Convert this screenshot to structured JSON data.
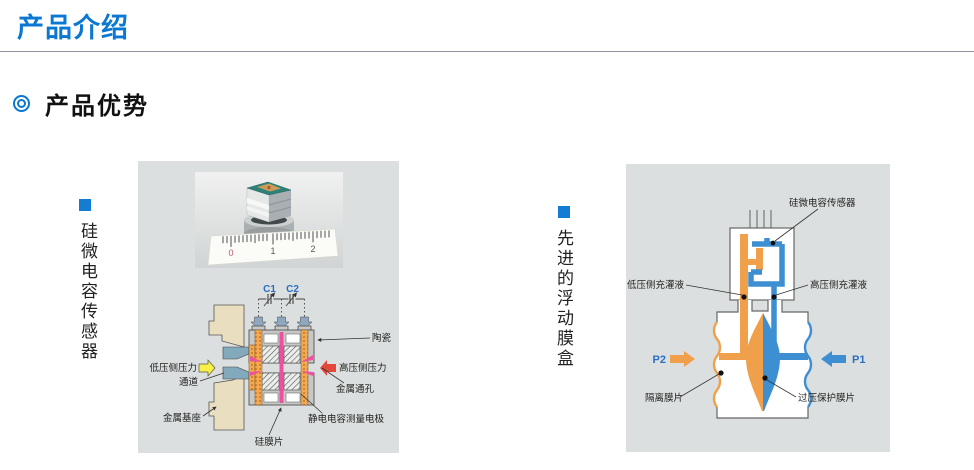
{
  "header": {
    "title": "产品介绍"
  },
  "section": {
    "title": "产品优势"
  },
  "features": {
    "left": {
      "label": "硅微电容传感器",
      "photo": {
        "ruler_marks": [
          "0",
          "1",
          "2"
        ]
      },
      "diagram": {
        "c1": "C1",
        "c2": "C2",
        "ceramic": "陶瓷",
        "low_pressure": "低压侧压力",
        "channel": "通道",
        "high_pressure": "高压侧压力",
        "metal_via": "金属通孔",
        "metal_base": "金属基座",
        "electrode": "静电电容测量电极",
        "silicon_diaphragm": "硅膜片"
      }
    },
    "right": {
      "label": "先进的浮动膜盒",
      "diagram": {
        "sensor": "硅微电容传感器",
        "low_fill": "低压侧充灌液",
        "high_fill": "高压侧充灌液",
        "p2": "P2",
        "p1": "P1",
        "isolation": "隔离膜片",
        "overpressure": "过压保护膜片"
      }
    }
  },
  "colors": {
    "accent_blue": "#0a78d2",
    "label_blue": "#2b6fc4",
    "panel_bg": "#dcdfdf",
    "diagram_orange": "#f0a04a",
    "diagram_blue": "#3d8fd1",
    "pink_diaphragm": "#ee4fa0",
    "yellow_arrow": "#f8ef47",
    "red_arrow": "#e2473b",
    "tan_base": "#e9dfc0",
    "ceramic_gray": "#c7c7c5",
    "channel_bluegray": "#82a9bc"
  }
}
